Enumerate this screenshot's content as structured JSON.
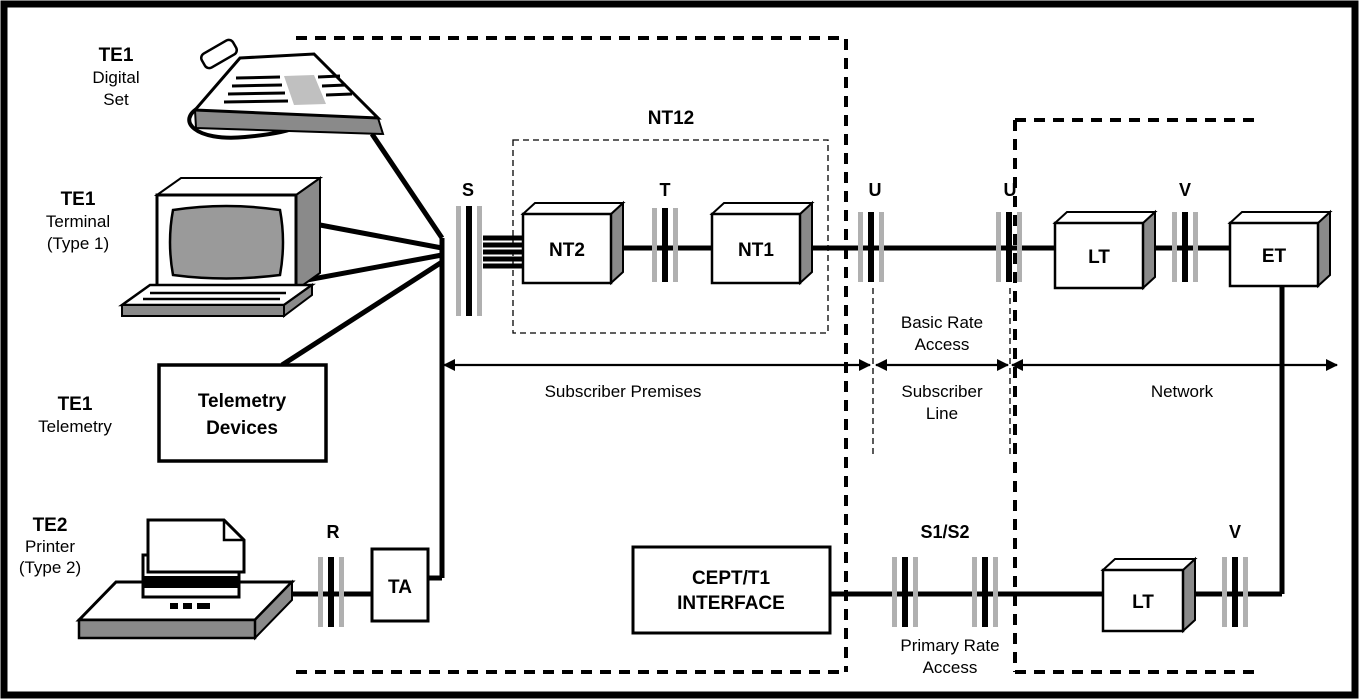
{
  "devices": {
    "digital_set": {
      "type": "TE1",
      "name_line1": "Digital",
      "name_line2": "Set"
    },
    "terminal": {
      "type": "TE1",
      "name_line1": "Terminal",
      "name_line2": "(Type  1)"
    },
    "telemetry": {
      "type": "TE1",
      "name_line1": "Telemetry"
    },
    "telemetry_box": {
      "line1": "Telemetry",
      "line2": "Devices"
    },
    "printer": {
      "type": "TE2",
      "name_line1": "Printer",
      "name_line2": "(Type  2)"
    }
  },
  "groups": {
    "nt12": "NT12"
  },
  "reference_points": {
    "s": "S",
    "t": "T",
    "u_left": "U",
    "u_right": "U",
    "v_top": "V",
    "r": "R",
    "s1s2": "S1/S2",
    "v_bottom": "V"
  },
  "boxes": {
    "nt2": "NT2",
    "nt1": "NT1",
    "lt_top": "LT",
    "et": "ET",
    "ta": "TA",
    "cept_line1": "CEPT/T1",
    "cept_line2": "INTERFACE",
    "lt_bottom": "LT"
  },
  "labels": {
    "basic_rate_line1": "Basic  Rate",
    "basic_rate_line2": "Access",
    "subscriber_premises": "Subscriber  Premises",
    "subscriber_line_line1": "Subscriber",
    "subscriber_line_line2": "Line",
    "network": "Network",
    "primary_rate_line1": "Primary  Rate",
    "primary_rate_line2": "Access"
  },
  "colors": {
    "frame": "#000000",
    "box_side": "#8a8a8a",
    "ref_bar_gray": "#b0b0b0",
    "screen_fill": "#9a9a9a"
  }
}
